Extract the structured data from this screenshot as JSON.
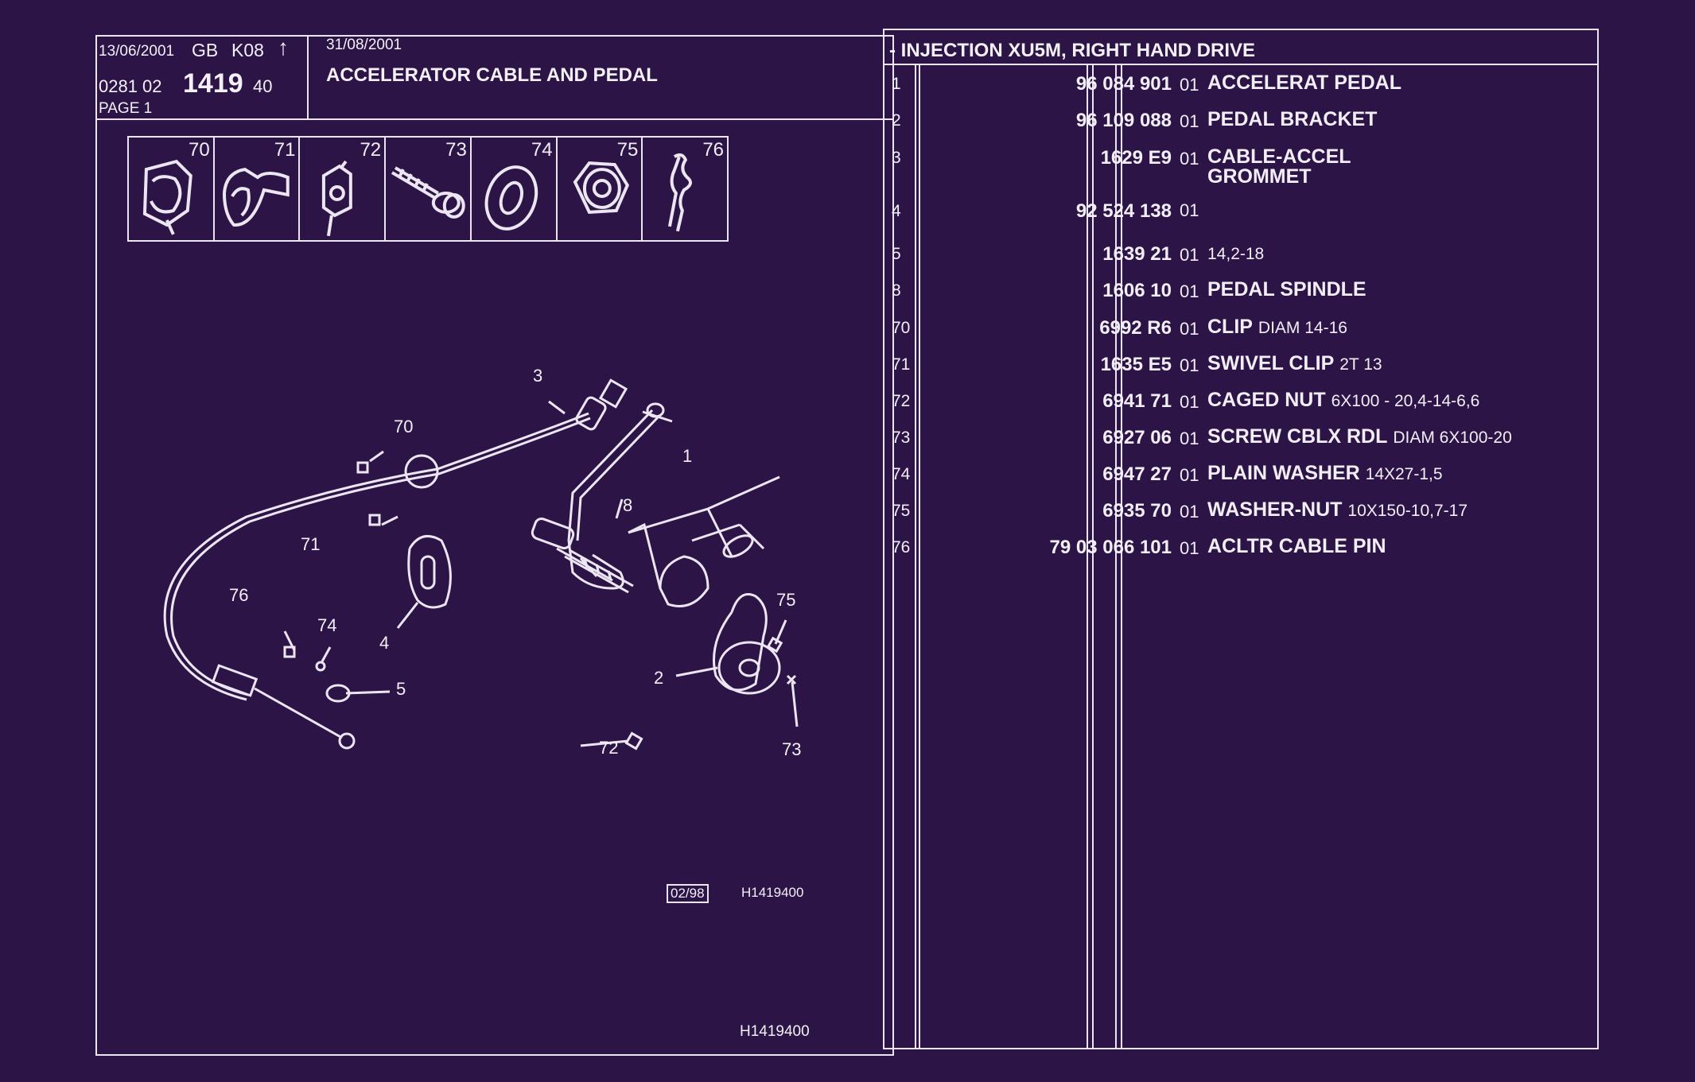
{
  "header": {
    "print_date": "13/06/2001",
    "country": "GB",
    "model_code": "K08",
    "arrow": "↑",
    "ref_prefix": "0281 02",
    "sheet_number": "1419",
    "sheet_suffix": "40",
    "page_label": "PAGE 1",
    "edition_date": "31/08/2001",
    "title": "ACCELERATOR CABLE AND PEDAL",
    "subtitle": "- INJECTION XU5M, RIGHT HAND DRIVE"
  },
  "thumbnails": [
    {
      "num": "70",
      "icon": "clip-icon"
    },
    {
      "num": "71",
      "icon": "swivel-clip-icon"
    },
    {
      "num": "72",
      "icon": "caged-nut-icon"
    },
    {
      "num": "73",
      "icon": "screw-icon"
    },
    {
      "num": "74",
      "icon": "washer-icon"
    },
    {
      "num": "75",
      "icon": "washer-nut-icon"
    },
    {
      "num": "76",
      "icon": "cable-pin-icon"
    }
  ],
  "diagram": {
    "callouts": {
      "c1": "1",
      "c2": "2",
      "c3": "3",
      "c4": "4",
      "c5": "5",
      "c8": "8",
      "c70": "70",
      "c71": "71",
      "c72": "72",
      "c73": "73",
      "c74": "74",
      "c75": "75",
      "c76": "76"
    },
    "date_box": "02/98",
    "drawing_ref": "H1419400",
    "footer_ref": "H1419400"
  },
  "parts": [
    {
      "no": "1",
      "ref": "96 084 901",
      "qty": "01",
      "name": "ACCELERAT PEDAL",
      "extra": ""
    },
    {
      "no": "2",
      "ref": "96 109 088",
      "qty": "01",
      "name": "PEDAL BRACKET",
      "extra": ""
    },
    {
      "no": "3",
      "ref": "1629 E9",
      "qty": "01",
      "name": "CABLE-ACCEL",
      "extra": ""
    },
    {
      "no": "4",
      "ref": "92 524 138",
      "qty": "01",
      "name": "GROMMET",
      "extra": ""
    },
    {
      "no": "5",
      "ref": "1639 21",
      "qty": "01",
      "name": "",
      "extra": "14,2-18"
    },
    {
      "no": "8",
      "ref": "1606 10",
      "qty": "01",
      "name": "PEDAL SPINDLE",
      "extra": ""
    },
    {
      "no": "70",
      "ref": "6992 R6",
      "qty": "01",
      "name": "CLIP",
      "extra": "DIAM 14-16"
    },
    {
      "no": "71",
      "ref": "1635 E5",
      "qty": "01",
      "name": "SWIVEL CLIP",
      "extra": "2T 13"
    },
    {
      "no": "72",
      "ref": "6941 71",
      "qty": "01",
      "name": "CAGED NUT",
      "extra": "6X100 - 20,4-14-6,6"
    },
    {
      "no": "73",
      "ref": "6927 06",
      "qty": "01",
      "name": "SCREW CBLX RDL",
      "extra": "DIAM 6X100-20"
    },
    {
      "no": "74",
      "ref": "6947 27",
      "qty": "01",
      "name": "PLAIN WASHER",
      "extra": "14X27-1,5"
    },
    {
      "no": "75",
      "ref": "6935 70",
      "qty": "01",
      "name": "WASHER-NUT",
      "extra": "10X150-10,7-17"
    },
    {
      "no": "76",
      "ref": "79 03 066 101",
      "qty": "01",
      "name": "ACLTR CABLE PIN",
      "extra": ""
    }
  ]
}
